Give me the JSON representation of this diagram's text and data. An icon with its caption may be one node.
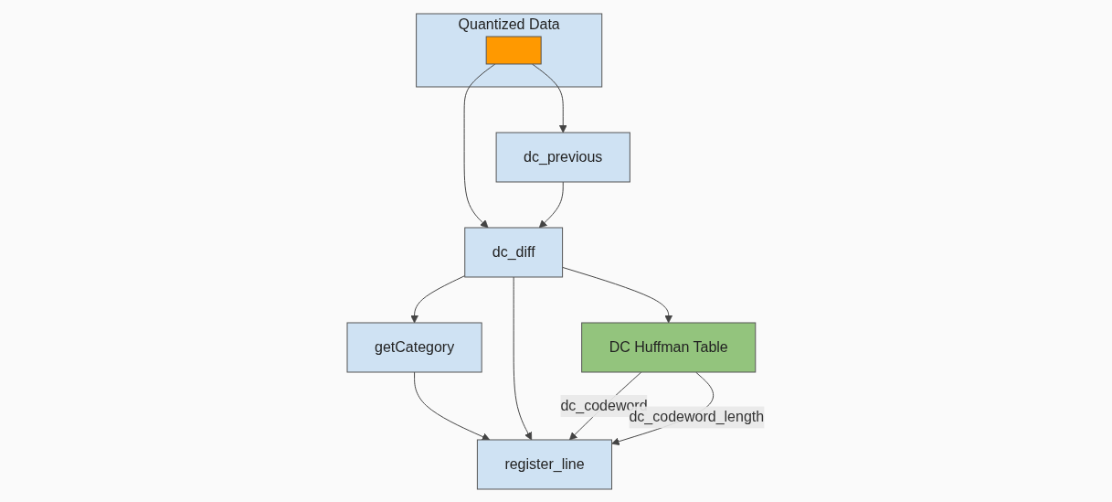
{
  "diagram": {
    "nodes": [
      {
        "text": [
          "Quantized Data"
        ]
      },
      {
        "text": [],
        "shape": "box",
        "in": 0
      },
      {
        "text": [
          "dc_previous"
        ]
      },
      {
        "text": [
          "getCategory"
        ]
      },
      {
        "text": [
          "dc_diff"
        ]
      },
      {
        "text": [
          "DC Huffman Table"
        ]
      },
      {
        "text": [
          "register_line"
        ]
      }
    ],
    "edges": [
      {
        "from": 1,
        "to": 4,
        "arrow": "to"
      },
      {
        "from": 1,
        "to": 2,
        "arrow": "to"
      },
      {
        "from": 2,
        "to": 4,
        "arrow": "to"
      },
      {
        "from": 4,
        "to": 3,
        "arrow": "to"
      },
      {
        "from": 4,
        "to": 5,
        "arrow": "to"
      },
      {
        "from": 3,
        "to": 6,
        "arrow": "to"
      },
      {
        "from": 4,
        "to": 6,
        "arrow": "to"
      },
      {
        "from": 5,
        "to": 6,
        "label": "dc_codeword",
        "arrow": "to"
      },
      {
        "from": 5,
        "to": 6,
        "label": "dc_codeword_length",
        "arrow": "to"
      }
    ]
  }
}
